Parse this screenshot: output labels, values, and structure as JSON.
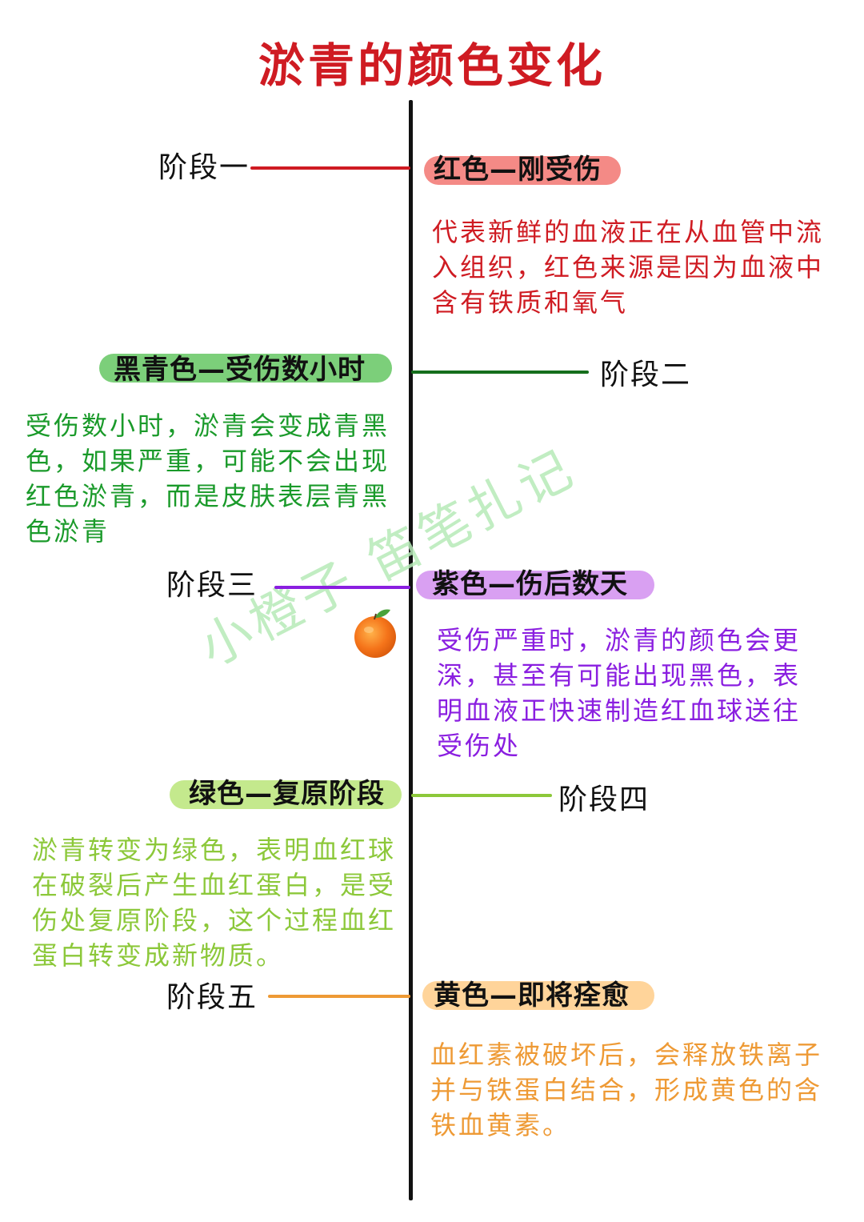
{
  "title": "淤青的颜色变化",
  "watermark": "小橙子 笛笔扎记",
  "icons": {
    "orange": "orange-emoji-icon"
  },
  "colors": {
    "title": "#cf1b22",
    "stage1": "#cf1b22",
    "stage1_pill": "#f48a86",
    "stage2": "#156e1c",
    "stage2_pill": "#7ccf7a",
    "stage3": "#8a1ee0",
    "stage3_pill": "#d9a0f2",
    "stage4": "#8cc83a",
    "stage4_pill": "#c4e98d",
    "stage5": "#ee9a35",
    "stage5_pill": "#ffd49a"
  },
  "stages": [
    {
      "label": "阶段一",
      "color_name": "红色—刚受伤",
      "lines": [
        "代表新鲜的血液正在从血管中流",
        "入组织，红色来源是因为血液中",
        "含有铁质和氧气"
      ]
    },
    {
      "label": "阶段二",
      "color_name": "黑青色—受伤数小时",
      "lines": [
        "受伤数小时，淤青会变成青黑",
        "色，如果严重，可能不会出现",
        "红色淤青，而是皮肤表层青黑",
        "色淤青"
      ]
    },
    {
      "label": "阶段三",
      "color_name": "紫色—伤后数天",
      "lines": [
        "受伤严重时，淤青的颜色会更",
        "深，甚至有可能出现黑色，表",
        "明血液正快速制造红血球送往",
        "受伤处"
      ]
    },
    {
      "label": "阶段四",
      "color_name": "绿色—复原阶段",
      "lines": [
        "淤青转变为绿色，表明血红球",
        "在破裂后产生血红蛋白，是受",
        "伤处复原阶段，这个过程血红",
        "蛋白转变成新物质。"
      ]
    },
    {
      "label": "阶段五",
      "color_name": "黄色—即将痊愈",
      "lines": [
        "血红素被破坏后，会释放铁离子",
        "并与铁蛋白结合，形成黄色的含",
        "铁血黄素。"
      ]
    }
  ]
}
